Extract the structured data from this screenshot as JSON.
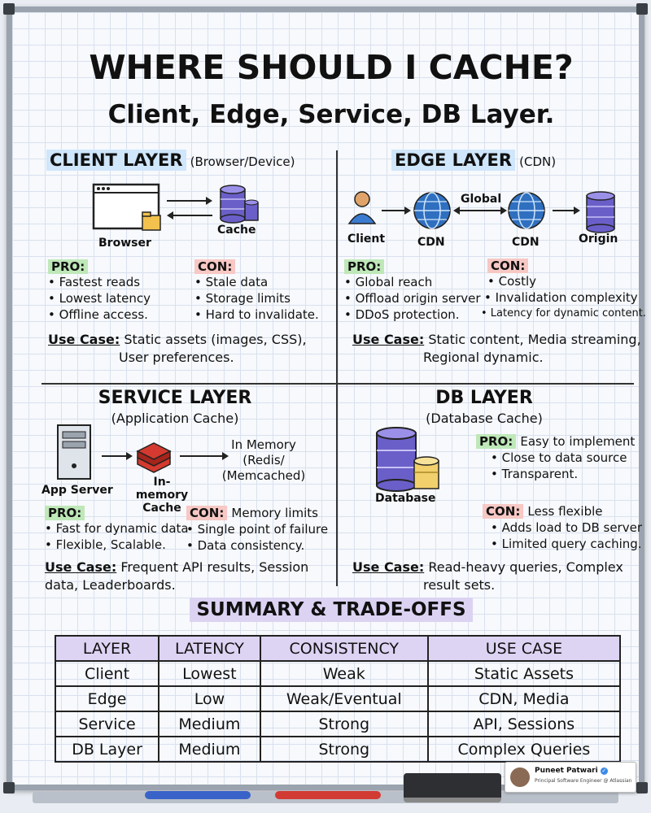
{
  "title": "WHERE SHOULD I CACHE?",
  "subtitle": "Client, Edge, Service, DB Layer.",
  "client": {
    "title": "CLIENT LAYER",
    "subtitle": "(Browser/Device)",
    "browser_label": "Browser",
    "cache_label": "Cache",
    "pro_label": "PRO:",
    "pros": [
      "• Fastest reads",
      "• Lowest latency",
      "• Offline access."
    ],
    "con_label": "CON:",
    "cons": [
      "• Stale data",
      "• Storage limits",
      "• Hard to invalidate."
    ],
    "use_case_label": "Use Case:",
    "use_case_line1": "Static assets (images, CSS),",
    "use_case_line2": "User preferences."
  },
  "edge": {
    "title": "EDGE LAYER",
    "subtitle": "(CDN)",
    "client_label": "Client",
    "cdn1_label": "CDN",
    "global_label": "Global",
    "cdn2_label": "CDN",
    "origin_label": "Origin",
    "pro_label": "PRO:",
    "pros": [
      "• Global reach",
      "• Offload origin server",
      "• DDoS protection."
    ],
    "con_label": "CON:",
    "cons": [
      "• Costly",
      "• Invalidation complexity",
      "• Latency for dynamic content."
    ],
    "use_case_label": "Use Case:",
    "use_case_line1": "Static content, Media streaming,",
    "use_case_line2": "Regional dynamic."
  },
  "service": {
    "title": "SERVICE LAYER",
    "subtitle": "(Application Cache)",
    "app_server_label": "App Server",
    "inmem_line1": "In-memory",
    "inmem_line2": "Cache",
    "target_line1": "In Memory",
    "target_line2": "(Redis/",
    "target_line3": "(Memcached)",
    "pro_label": "PRO:",
    "pros": [
      "• Fast for dynamic data",
      "• Flexible, Scalable."
    ],
    "con_label": "CON:",
    "con_first": "Memory limits",
    "cons": [
      "• Single point of failure",
      "• Data consistency."
    ],
    "use_case_label": "Use Case:",
    "use_case_line1": "Frequent API results, Session",
    "use_case_line2": "data, Leaderboards."
  },
  "db": {
    "title": "DB LAYER",
    "subtitle": "(Database Cache)",
    "database_label": "Database",
    "pro_label": "PRO:",
    "pro_first": "Easy to implement",
    "pros": [
      "• Close to data source",
      "• Transparent."
    ],
    "con_label": "CON:",
    "con_first": "Less flexible",
    "cons": [
      "• Adds load to DB server",
      "• Limited query caching."
    ],
    "use_case_label": "Use Case:",
    "use_case_line1": "Read-heavy queries, Complex",
    "use_case_line2": "result sets."
  },
  "summary": {
    "title": "SUMMARY & TRADE-OFFS",
    "headers": [
      "LAYER",
      "LATENCY",
      "CONSISTENCY",
      "USE CASE"
    ],
    "rows": [
      [
        "Client",
        "Lowest",
        "Weak",
        "Static Assets"
      ],
      [
        "Edge",
        "Low",
        "Weak/Eventual",
        "CDN, Media"
      ],
      [
        "Service",
        "Medium",
        "Strong",
        "API, Sessions"
      ],
      [
        "DB Layer",
        "Medium",
        "Strong",
        "Complex Queries"
      ]
    ]
  },
  "credit": {
    "name": "Puneet Patwari",
    "role": "Principal Software Engineer @ Atlassian"
  },
  "colors": {
    "blue_highlight": "#cfe6fb",
    "green_highlight": "#bfe8b9",
    "red_highlight": "#f7c8c4",
    "purple_highlight": "#dcd3f3",
    "database_purple": "#6a5fc8",
    "globe_blue": "#2f6fc0",
    "redis_red": "#d43a2f"
  }
}
